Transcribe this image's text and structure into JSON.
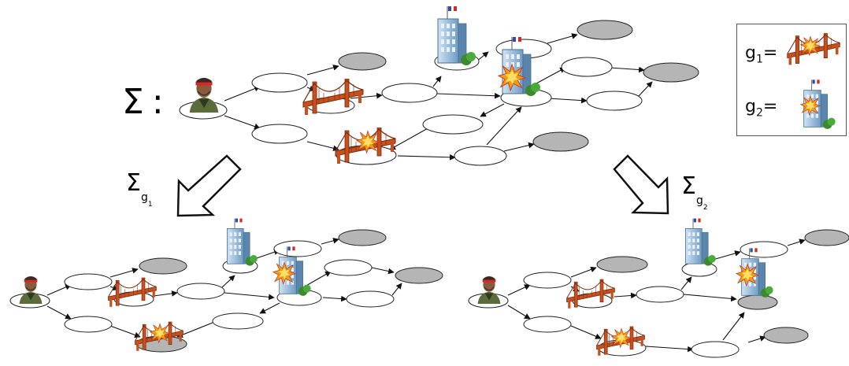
{
  "symbols": {
    "sigma": "Σ",
    "colon": ":",
    "g": "g",
    "sub1": "1",
    "sub2": "2",
    "eq": "="
  },
  "legend": {
    "entries": [
      {
        "label_base": "g",
        "label_sub": "1",
        "icon": "bridge-icon"
      },
      {
        "label_base": "g",
        "label_sub": "2",
        "icon": "building-explosion-icon"
      }
    ]
  },
  "icons": {
    "agent": "soldier-agent-icon",
    "bridge": "bridge-icon",
    "building": "government-building-icon",
    "explosion": "explosion-icon"
  },
  "colors": {
    "node_fill": "#ffffff",
    "goal_fill": "#b5b5b5",
    "edge": "#111111",
    "bridge": "#c8501e",
    "building": "#8fb8de",
    "explosion": "#f7a21b"
  }
}
